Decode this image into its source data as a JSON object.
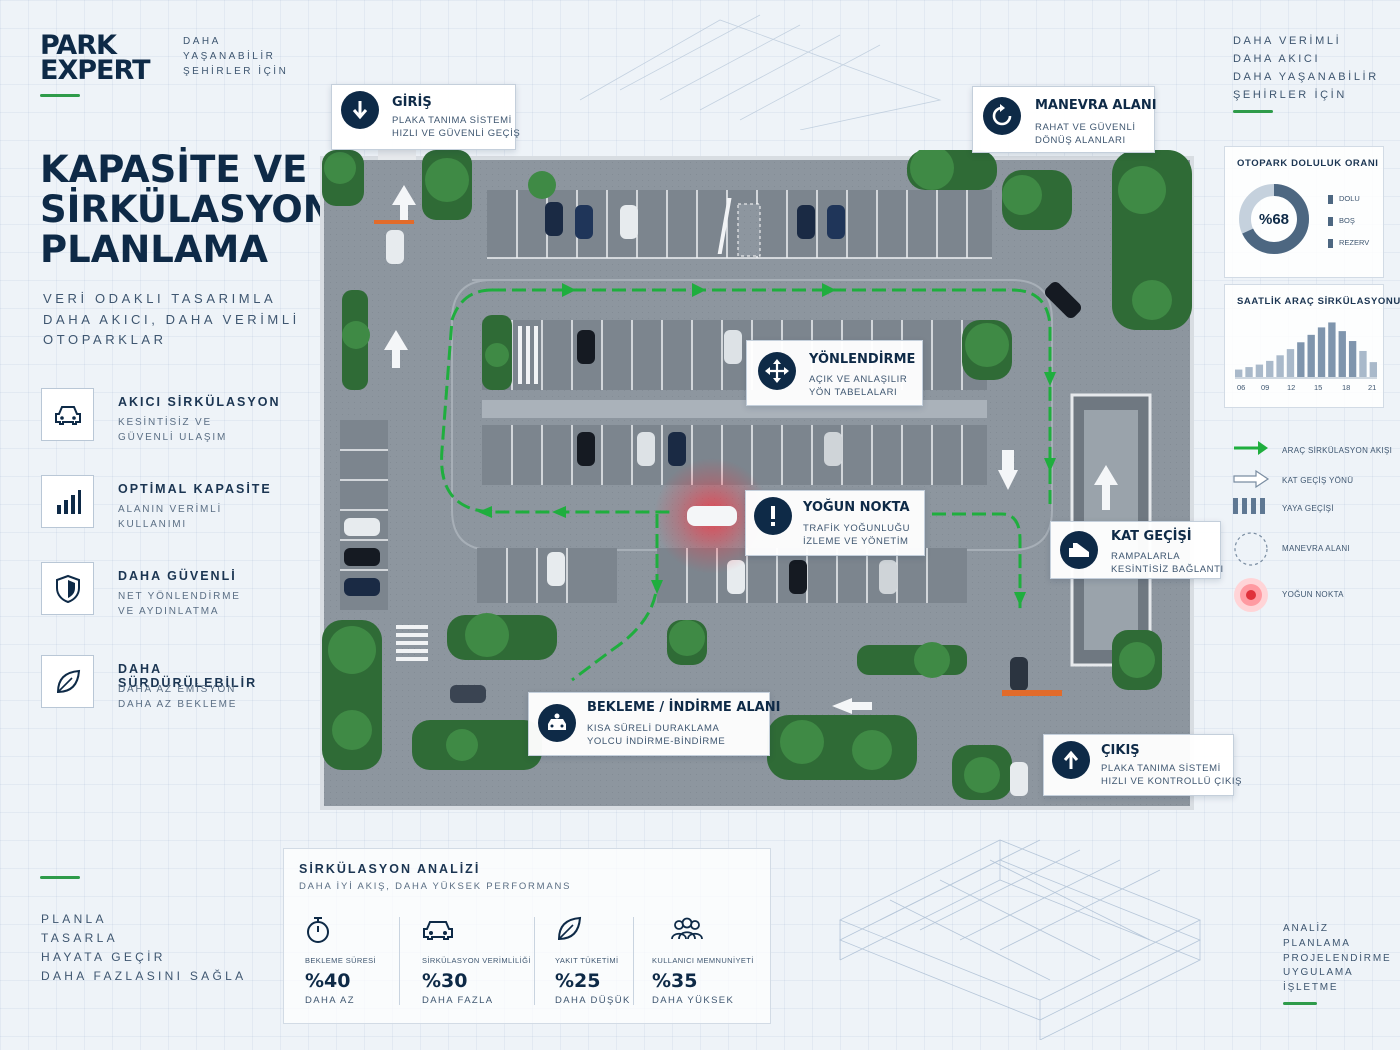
{
  "brand": {
    "logo_line1": "PARK",
    "logo_line2": "EXPERT",
    "tagline": [
      "DAHA",
      "YAŞANABİLİR",
      "ŞEHİRLER İÇİN"
    ]
  },
  "hero": {
    "title_lines": [
      "KAPASİTE VE",
      "SİRKÜLASYON",
      "PLANLAMA"
    ],
    "subtitle_lines": [
      "VERİ ODAKLI TASARIMLA",
      "DAHA AKICI, DAHA VERİMLİ",
      "OTOPARKLAR"
    ]
  },
  "features": [
    {
      "icon": "car-icon",
      "title": "AKICI SİRKÜLASYON",
      "desc": [
        "KESİNTİSİZ VE",
        "GÜVENLİ ULAŞIM"
      ]
    },
    {
      "icon": "bar-chart-icon",
      "title": "OPTİMAL KAPASİTE",
      "desc": [
        "ALANIN VERİMLİ",
        "KULLANIMI"
      ]
    },
    {
      "icon": "shield-icon",
      "title": "DAHA GÜVENLİ",
      "desc": [
        "NET YÖNLENDİRME",
        "VE AYDINLATMA"
      ]
    },
    {
      "icon": "leaf-icon",
      "title": "DAHA SÜRDÜRÜLEBİLİR",
      "desc": [
        "DAHA AZ EMİSYON",
        "DAHA AZ BEKLEME"
      ]
    }
  ],
  "steps": [
    "PLANLA",
    "TASARLA",
    "HAYATA GEÇİR",
    "DAHA FAZLASINI SAĞLA"
  ],
  "callouts": {
    "entry": {
      "icon": "entry-arrow-icon",
      "title": "GİRİŞ",
      "desc": [
        "PLAKA TANIMA SİSTEMİ",
        "HIZLI VE GÜVENLİ GEÇİŞ"
      ]
    },
    "maneuver": {
      "icon": "turn-circle-icon",
      "title": "MANEVRA ALANI",
      "desc": [
        "RAHAT VE GÜVENLİ",
        "DÖNÜŞ ALANLARI"
      ]
    },
    "guidance": {
      "icon": "move-arrows-icon",
      "title": "YÖNLENDİRME",
      "desc": [
        "AÇIK VE ANLAŞILIR",
        "YÖN TABELALARI"
      ]
    },
    "hotspot": {
      "icon": "alert-icon",
      "title": "YOĞUN NOKTA",
      "desc": [
        "TRAFİK YOĞUNLUĞU",
        "İZLEME VE YÖNETİM"
      ]
    },
    "level": {
      "icon": "ramp-icon",
      "title": "KAT GEÇİŞİ",
      "desc": [
        "RAMPALARLA",
        "KESİNTİSİZ BAĞLANTI"
      ]
    },
    "dropoff": {
      "icon": "passenger-car-icon",
      "title": "BEKLEME / İNDİRME ALANI",
      "desc": [
        "KISA SÜRELİ DURAKLAMA",
        "YOLCU İNDİRME-BİNDİRME"
      ]
    },
    "exit": {
      "icon": "exit-arrow-icon",
      "title": "ÇIKIŞ",
      "desc": [
        "PLAKA TANIMA SİSTEMİ",
        "HIZLI VE KONTROLLÜ ÇIKIŞ"
      ]
    }
  },
  "right_tagline": [
    "DAHA VERİMLİ",
    "DAHA AKICI",
    "DAHA YAŞANABİLİR",
    "ŞEHİRLER İÇİN"
  ],
  "occupancy": {
    "title": "OTOPARK DOLULUK ORANI",
    "value_label": "%68",
    "value": 68,
    "legend": [
      "DOLU",
      "BOŞ",
      "REZERV"
    ],
    "colors": {
      "filled": "#4d6781",
      "empty": "#c5d1dd"
    }
  },
  "hourly": {
    "title": "SAATLİK ARAÇ SİRKÜLASYONU",
    "x_labels": [
      "06",
      "09",
      "12",
      "15",
      "18",
      "21"
    ],
    "values": [
      0.12,
      0.16,
      0.2,
      0.26,
      0.35,
      0.45,
      0.56,
      0.68,
      0.8,
      0.88,
      0.74,
      0.58,
      0.42,
      0.24
    ]
  },
  "legend": [
    {
      "icon": "green-flow-arrow-icon",
      "label": "ARAÇ SİRKÜLASYON AKIŞI"
    },
    {
      "icon": "outline-arrow-icon",
      "label": "KAT GEÇİŞ YÖNÜ"
    },
    {
      "icon": "pedestrian-stripes-icon",
      "label": "YAYA GEÇİŞİ"
    },
    {
      "icon": "dashed-circle-icon",
      "label": "MANEVRA ALANI"
    },
    {
      "icon": "red-glow-dot-icon",
      "label": "YOĞUN NOKTA"
    }
  ],
  "right_steps": [
    "ANALİZ",
    "PLANLAMA",
    "PROJELENDİRME",
    "UYGULAMA",
    "İŞLETME"
  ],
  "analysis": {
    "title": "SİRKÜLASYON ANALİZİ",
    "subtitle": "DAHA İYİ AKIŞ, DAHA YÜKSEK PERFORMANS",
    "metrics": [
      {
        "icon": "stopwatch-icon",
        "label": "BEKLEME SÜRESİ",
        "value": "%40",
        "sub": "DAHA AZ"
      },
      {
        "icon": "car-icon",
        "label": "SİRKÜLASYON VERİMLİLİĞİ",
        "value": "%30",
        "sub": "DAHA FAZLA"
      },
      {
        "icon": "leaf-icon",
        "label": "YAKIT TÜKETİMİ",
        "value": "%25",
        "sub": "DAHA DÜŞÜK"
      },
      {
        "icon": "users-icon",
        "label": "KULLANICI MEMNUNİYETİ",
        "value": "%35",
        "sub": "DAHA YÜKSEK"
      }
    ]
  },
  "colors": {
    "navy": "#0e2a47",
    "accent_green": "#2e9b4a",
    "hotspot_red": "#e0313b"
  }
}
